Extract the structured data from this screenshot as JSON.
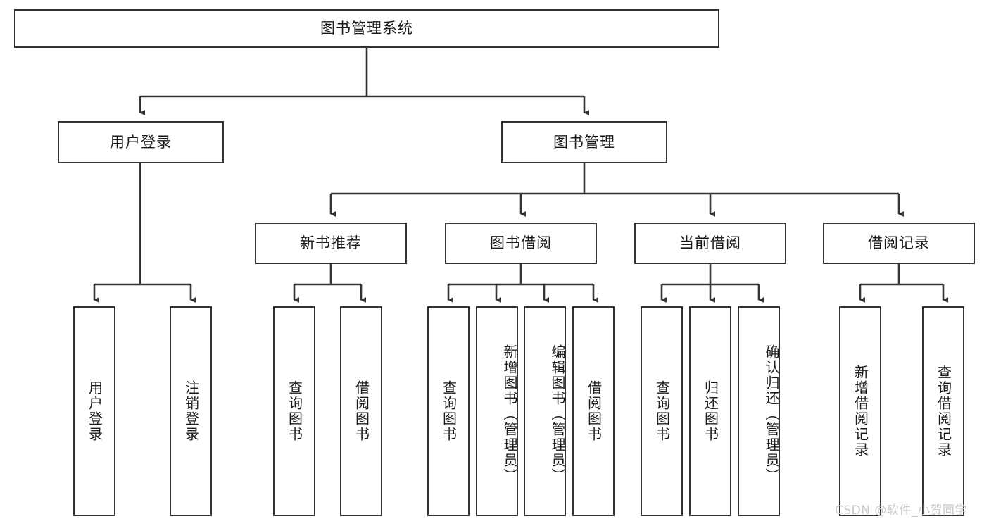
{
  "diagram": {
    "type": "tree-hierarchy",
    "title_node": {
      "id": "root",
      "label": "图书管理系统"
    },
    "level2": [
      {
        "id": "user-login",
        "label": "用户登录"
      },
      {
        "id": "book-management",
        "label": "图书管理"
      }
    ],
    "level3": [
      {
        "id": "new-book-recommend",
        "label": "新书推荐"
      },
      {
        "id": "book-borrow",
        "label": "图书借阅"
      },
      {
        "id": "current-borrow",
        "label": "当前借阅"
      },
      {
        "id": "borrow-records",
        "label": "借阅记录"
      }
    ],
    "leaves": {
      "user_login": [
        {
          "id": "leaf-user-login",
          "label": "用户登录"
        },
        {
          "id": "leaf-logout-login",
          "label": "注销登录"
        }
      ],
      "new_book_recommend": [
        {
          "id": "leaf-query-book-1",
          "label": "查询图书"
        },
        {
          "id": "leaf-borrow-book-1",
          "label": "借阅图书"
        }
      ],
      "book_borrow": [
        {
          "id": "leaf-query-book-2",
          "label": "查询图书"
        },
        {
          "id": "leaf-add-book",
          "label": "新增图书（管理员）"
        },
        {
          "id": "leaf-edit-book",
          "label": "编辑图书（管理员）"
        },
        {
          "id": "leaf-borrow-book-2",
          "label": "借阅图书"
        }
      ],
      "current_borrow": [
        {
          "id": "leaf-query-book-3",
          "label": "查询图书"
        },
        {
          "id": "leaf-return-book",
          "label": "归还图书"
        },
        {
          "id": "leaf-confirm-return",
          "label": "确认归还（管理员）"
        }
      ],
      "borrow_records": [
        {
          "id": "leaf-add-record",
          "label": "新增借阅记录"
        },
        {
          "id": "leaf-query-record",
          "label": "查询借阅记录"
        }
      ]
    },
    "colors": {
      "stroke": "#333333",
      "fill": "#ffffff",
      "text": "#1a1a1a",
      "watermark": "#c9c9c9"
    }
  },
  "watermark": {
    "text": "CSDN @软件_小贺同学"
  }
}
